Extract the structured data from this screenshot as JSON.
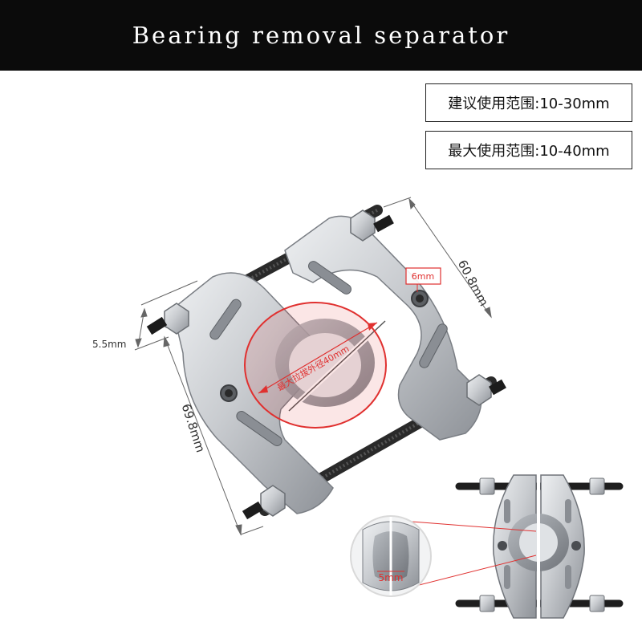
{
  "header": {
    "title": "Bearing removal separator"
  },
  "specs": {
    "recommended": "建议使用范围:10-30mm",
    "maximum": "最大使用范围:10-40mm"
  },
  "dimensions": {
    "bolt_diameter": "5.5mm",
    "height": "69.8mm",
    "width": "60.8mm",
    "hole": "6mm",
    "max_outer": "最大拉拔外径40mm",
    "edge": "5mm"
  },
  "colors": {
    "header_bg": "#0b0b0b",
    "annotation_red": "#e0302f",
    "steel": "#c9ccd0"
  }
}
